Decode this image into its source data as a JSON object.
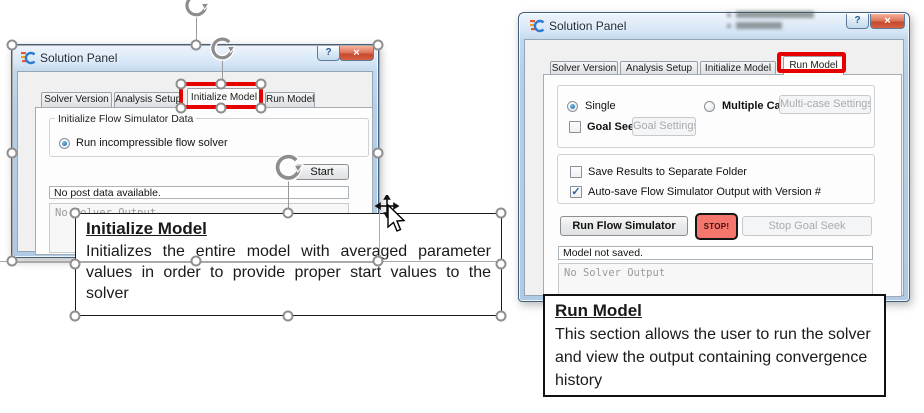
{
  "window_controls": {
    "help_label": "?",
    "close_label": "×"
  },
  "icons": {
    "checkmark": "✓"
  },
  "colors": {
    "highlight_red": "#e60000",
    "stop_button_bg": "#f4766c",
    "titlebar_blue": "#cfe2f4",
    "selection_handle_gray": "#8f8f8f"
  },
  "left_dialog": {
    "title": "Solution Panel",
    "tabs": [
      "Solver Version",
      "Analysis Setup",
      "Initialize Model",
      "Run Model"
    ],
    "active_tab": "Initialize Model",
    "group_title": "Initialize Flow Simulator Data",
    "radio_label": "Run incompressible flow solver",
    "start_button_label": "Start",
    "status_text": "No post data available.",
    "output_text": "No Solver Output"
  },
  "right_dialog": {
    "title": "Solution Panel",
    "tabs": [
      "Solver Version",
      "Analysis Setup",
      "Initialize Model",
      "Run Model"
    ],
    "active_tab": "Run Model",
    "radio_single_label": "Single",
    "radio_multiple_label": "Multiple Cases",
    "multicase_button_label": "Multi-case Settings",
    "goal_seek_label": "Goal Seek",
    "goal_settings_button_label": "Goal Settings",
    "save_results_label": "Save Results to Separate Folder",
    "autosave_label": "Auto-save Flow Simulator Output with Version #",
    "run_button_label": "Run Flow Simulator",
    "stop_button_label": "STOP!",
    "stop_goal_seek_button_label": "Stop Goal Seek",
    "status_text": "Model not saved.",
    "output_text": "No Solver Output"
  },
  "callout_initialize_model": {
    "heading": "Initialize Model",
    "body": "Initializes the entire model with averaged parameter values in order to provide proper start values to the solver"
  },
  "callout_run_model": {
    "heading": "Run Model",
    "body": "This section allows the user to run the solver and view the output containing convergence history"
  }
}
